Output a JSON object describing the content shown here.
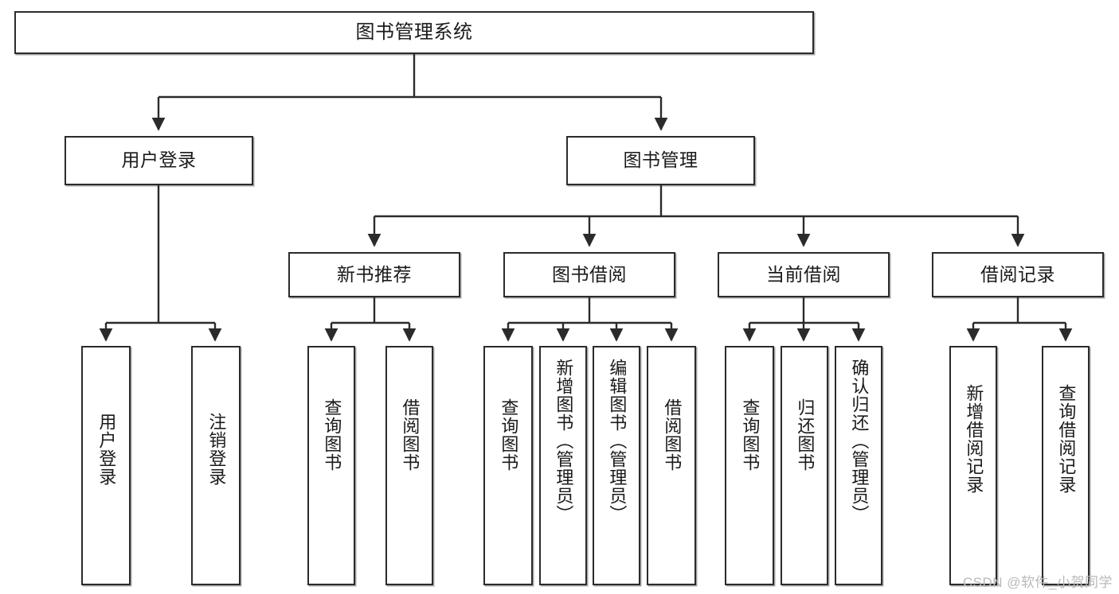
{
  "diagram": {
    "title": "图书管理系统",
    "type": "tree-hierarchy",
    "colors": {
      "box_border": "#2b2b2b",
      "box_fill": "#ffffff",
      "edge": "#2b2b2b",
      "text": "#1a1a1a",
      "watermark": "#b9b9b9",
      "background": "#ffffff"
    },
    "watermark": "CSDN @软件_小贺同学"
  },
  "nodes": {
    "root": {
      "label": "图书管理系统"
    },
    "level2": [
      {
        "label": "用户登录"
      },
      {
        "label": "图书管理"
      }
    ],
    "level3": [
      {
        "label": "新书推荐"
      },
      {
        "label": "图书借阅"
      },
      {
        "label": "当前借阅"
      },
      {
        "label": "借阅记录"
      }
    ],
    "leaves": {
      "user_login": [
        {
          "label": "用户登录"
        },
        {
          "label": "注销登录"
        }
      ],
      "new_book_recommend": [
        {
          "label": "查询图书"
        },
        {
          "label": "借阅图书"
        }
      ],
      "book_borrow": [
        {
          "label": "查询图书"
        },
        {
          "label": "新增图书（管理员）"
        },
        {
          "label": "编辑图书（管理员）"
        },
        {
          "label": "借阅图书"
        }
      ],
      "current_borrow": [
        {
          "label": "查询图书"
        },
        {
          "label": "归还图书"
        },
        {
          "label": "确认归还（管理员）"
        }
      ],
      "borrow_record": [
        {
          "label": "新增借阅记录"
        },
        {
          "label": "查询借阅记录"
        }
      ]
    }
  },
  "chart_data": {
    "type": "tree",
    "title": "图书管理系统",
    "edges": [
      [
        "图书管理系统",
        "用户登录"
      ],
      [
        "图书管理系统",
        "图书管理"
      ],
      [
        "用户登录",
        "用户登录"
      ],
      [
        "用户登录",
        "注销登录"
      ],
      [
        "图书管理",
        "新书推荐"
      ],
      [
        "图书管理",
        "图书借阅"
      ],
      [
        "图书管理",
        "当前借阅"
      ],
      [
        "图书管理",
        "借阅记录"
      ],
      [
        "新书推荐",
        "查询图书"
      ],
      [
        "新书推荐",
        "借阅图书"
      ],
      [
        "图书借阅",
        "查询图书"
      ],
      [
        "图书借阅",
        "新增图书（管理员）"
      ],
      [
        "图书借阅",
        "编辑图书（管理员）"
      ],
      [
        "图书借阅",
        "借阅图书"
      ],
      [
        "当前借阅",
        "查询图书"
      ],
      [
        "当前借阅",
        "归还图书"
      ],
      [
        "当前借阅",
        "确认归还（管理员）"
      ],
      [
        "借阅记录",
        "新增借阅记录"
      ],
      [
        "借阅记录",
        "查询借阅记录"
      ]
    ]
  }
}
